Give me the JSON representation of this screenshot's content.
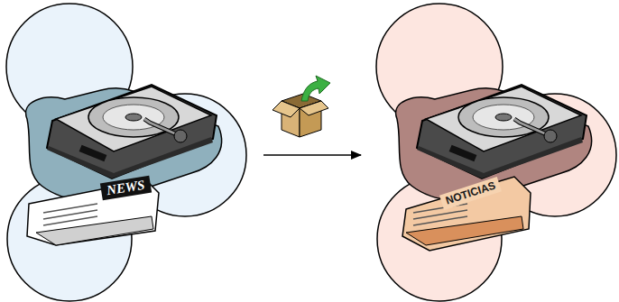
{
  "diagram": {
    "nodes": [
      {
        "text": [
          "NEWS"
        ]
      },
      {
        "text": [
          "NOTICIAS"
        ]
      }
    ],
    "edges": [
      {
        "from": 0,
        "to": 1,
        "arrow": "to"
      }
    ]
  }
}
